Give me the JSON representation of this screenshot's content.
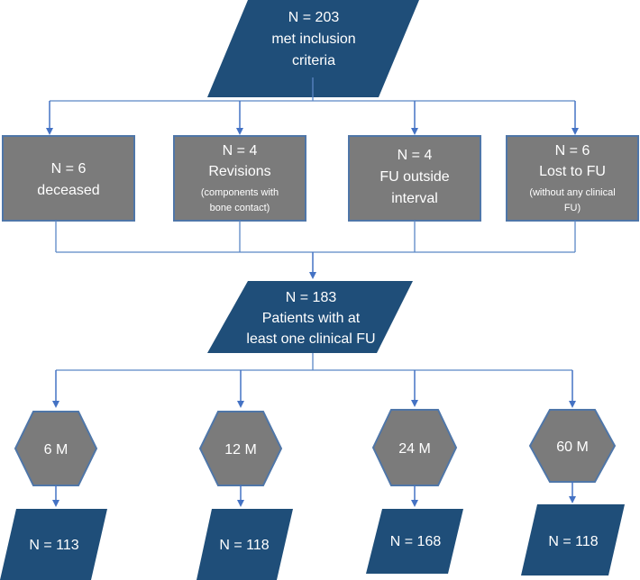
{
  "top": {
    "lines": [
      "N = 203",
      "met inclusion",
      "criteria"
    ]
  },
  "excluded": [
    {
      "main": [
        "N = 6",
        "deceased"
      ],
      "note": []
    },
    {
      "main": [
        "N = 4",
        "Revisions"
      ],
      "note": [
        "(components with",
        "bone contact)"
      ]
    },
    {
      "main": [
        "N = 4",
        "FU outside",
        "interval"
      ],
      "note": []
    },
    {
      "main": [
        "N = 6",
        "Lost to FU"
      ],
      "note": [
        "(without any clinical",
        "FU)"
      ]
    }
  ],
  "middle": {
    "lines": [
      "N = 183",
      "Patients with at",
      "least one clinical FU"
    ]
  },
  "followups": [
    {
      "label": "6 M",
      "count": "N = 113"
    },
    {
      "label": "12 M",
      "count": "N = 118"
    },
    {
      "label": "24 M",
      "count": "N = 168"
    },
    {
      "label": "60 M",
      "count": "N = 118"
    }
  ],
  "colors": {
    "dark_blue": "#1f4e79",
    "gray_box": "#7b7b7b",
    "connector": "#4472c4"
  }
}
